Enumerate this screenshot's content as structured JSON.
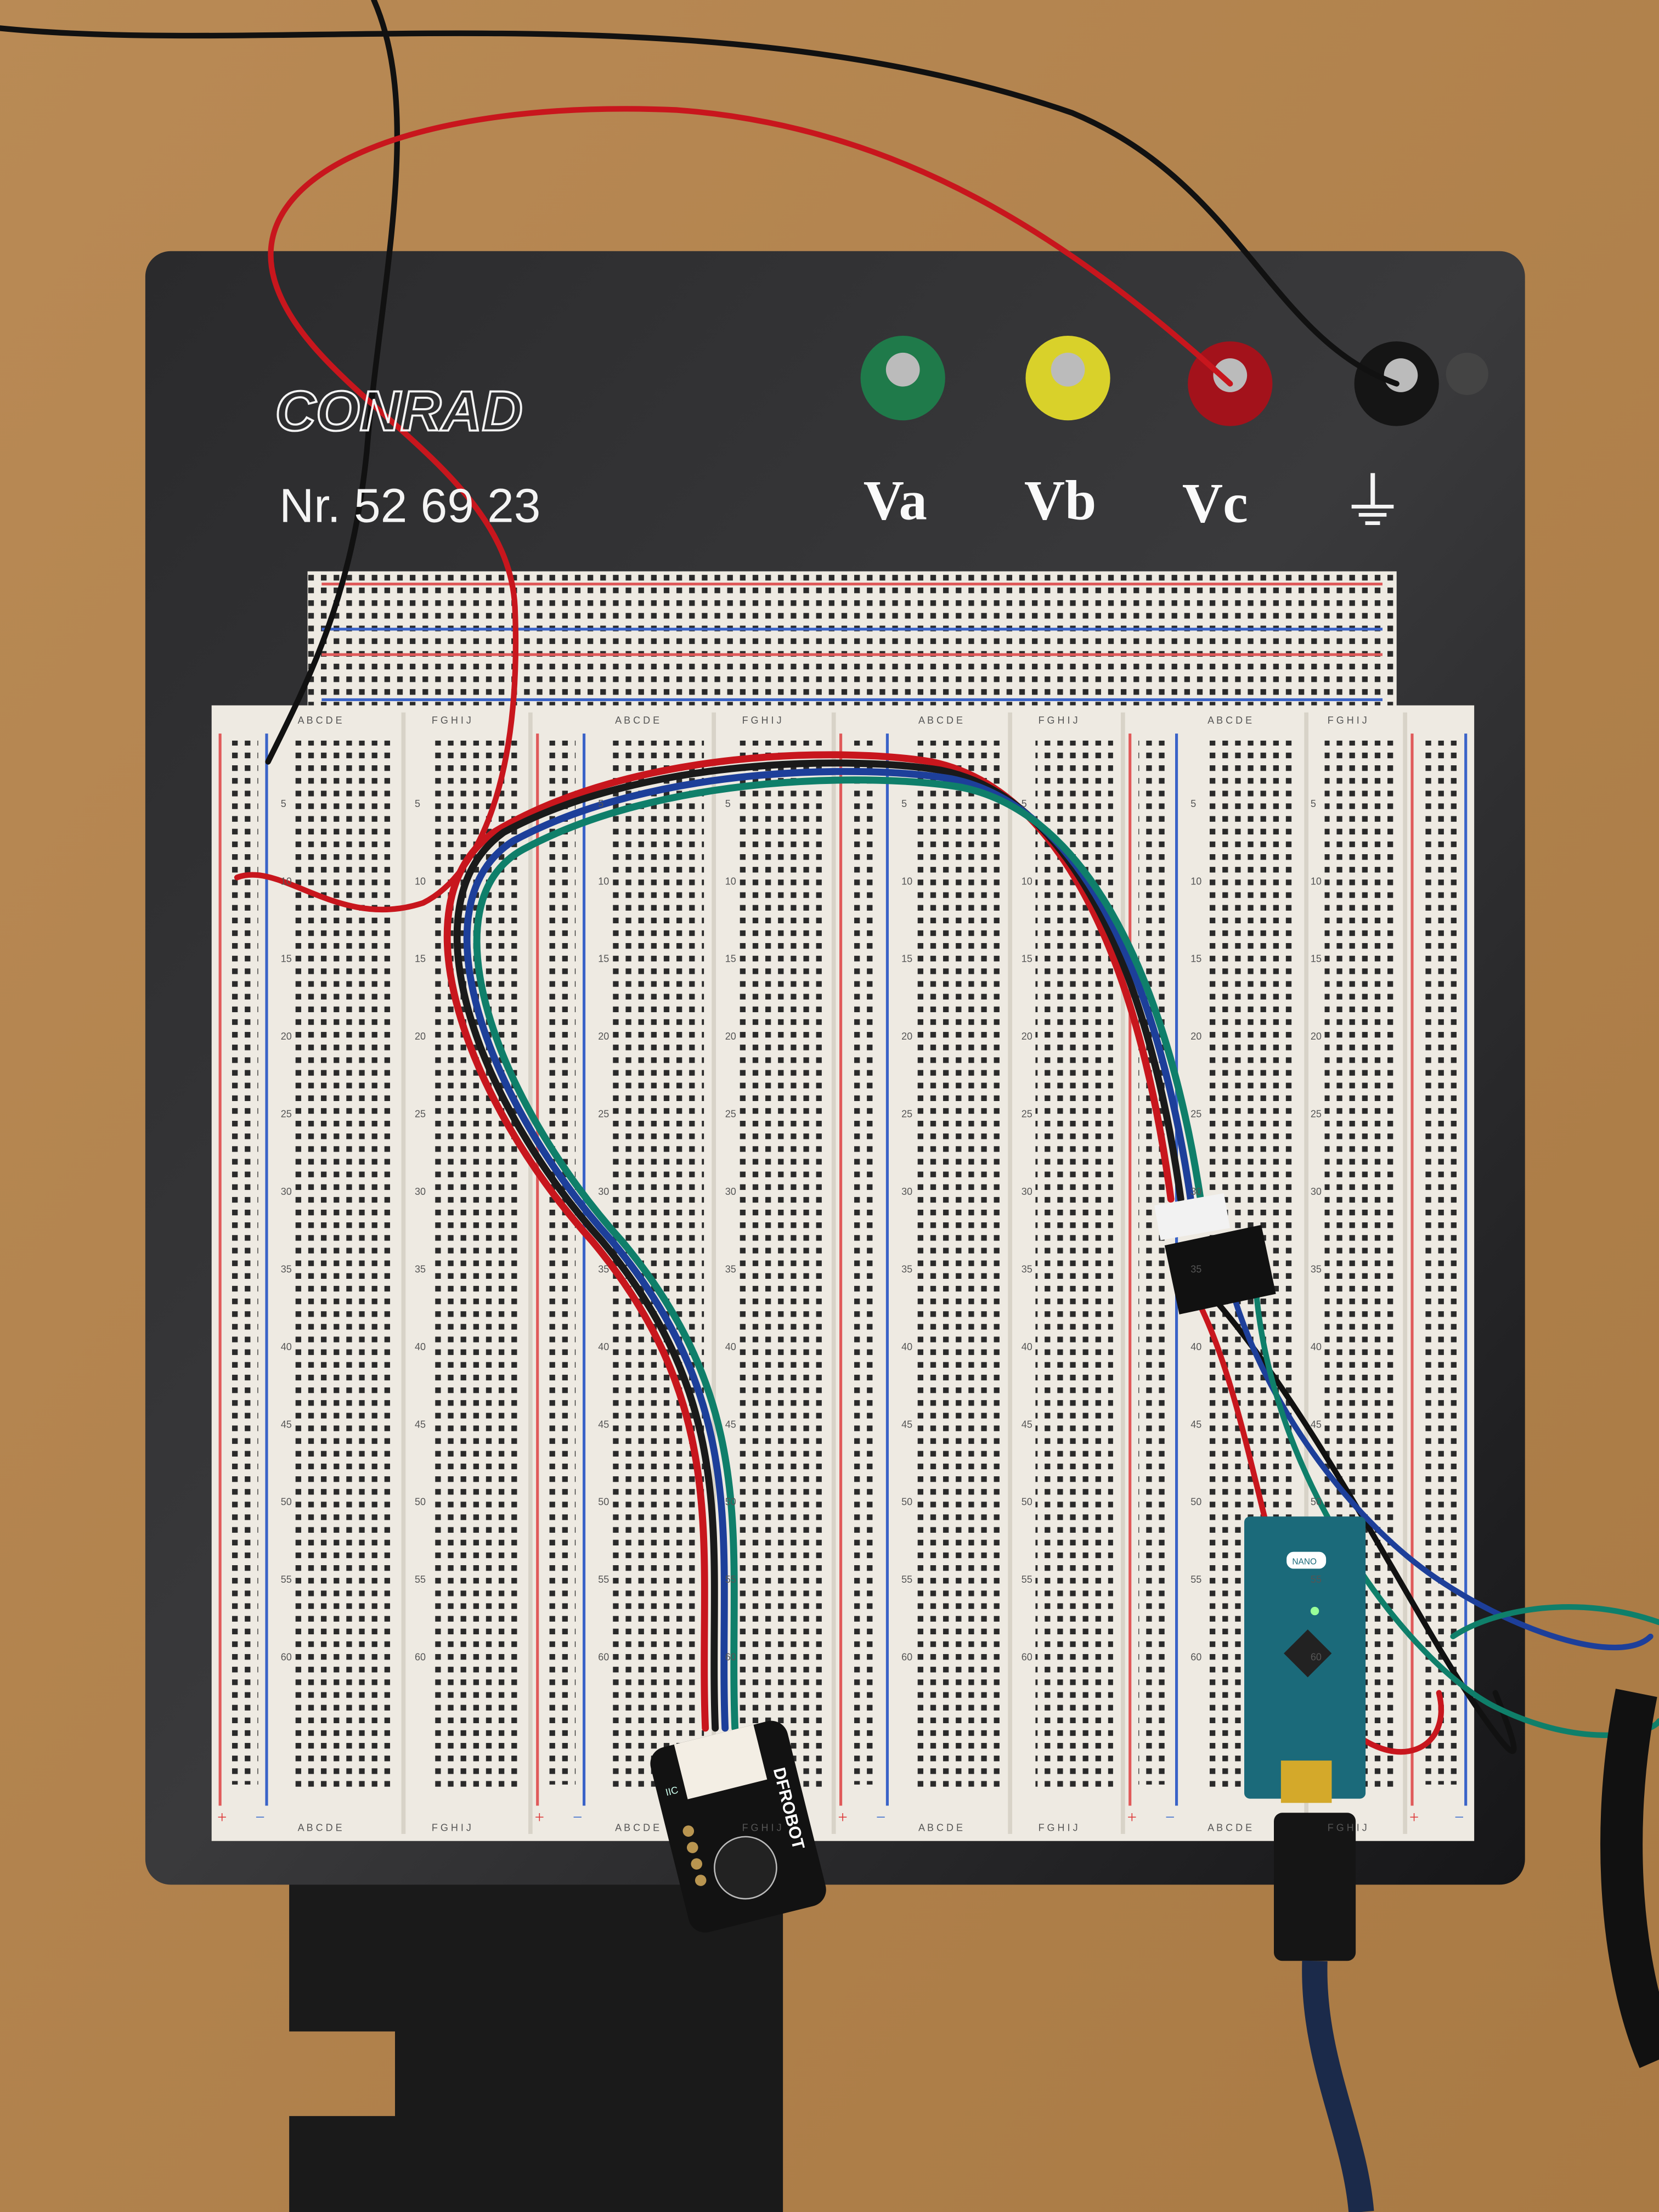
{
  "board": {
    "brand": "CONRAD",
    "part_number": "Nr. 52 69 23",
    "terminals": [
      {
        "label": "Va",
        "color": "#1f7a4a"
      },
      {
        "label": "Vb",
        "color": "#d9d12a"
      },
      {
        "label": "Vc",
        "color": "#a3121b"
      },
      {
        "label": "⏚",
        "color": "#151515"
      }
    ]
  },
  "breadboard": {
    "letters_left": "A B C D E",
    "letters_right": "F G H I J",
    "row_numbers": [
      "5",
      "10",
      "15",
      "20",
      "25",
      "30",
      "35",
      "40",
      "45",
      "50",
      "55",
      "60"
    ],
    "rail_plus": "+",
    "rail_minus": "−"
  },
  "sensor": {
    "brand": "DFROBOT",
    "interface": "IIC"
  },
  "microcontroller": {
    "label": "NANO"
  },
  "colors": {
    "wood": "#b8874f",
    "board": "#1c1c1e",
    "breadboard": "#eeeae2",
    "wire_red": "#c8161d",
    "wire_black": "#111111",
    "wire_blue": "#1d3f9a",
    "wire_green": "#0f7f6a"
  }
}
